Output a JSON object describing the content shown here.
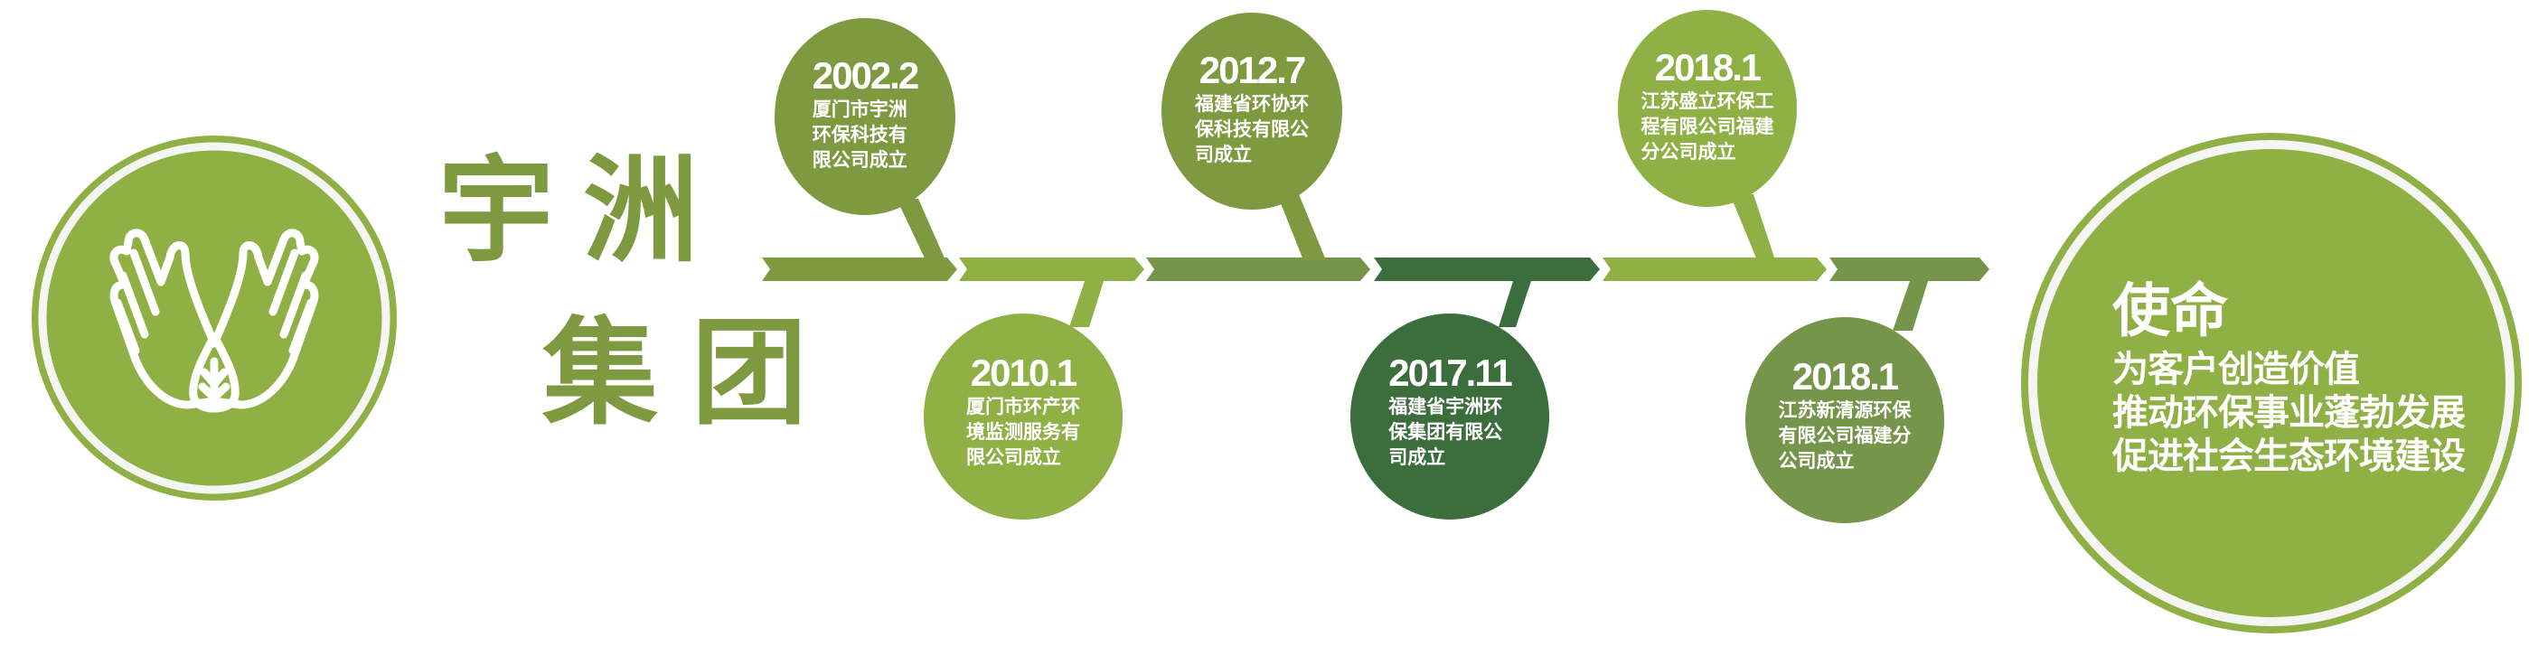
{
  "brand": {
    "chars": [
      "宇",
      "洲",
      "集",
      "团"
    ]
  },
  "colors": {
    "olive": "#7e9a40",
    "light": "#8fb044",
    "mid": "#75954a",
    "dark": "#3b6d3d",
    "ring": "#f4f6f3"
  },
  "milestones": [
    {
      "date": "2002.2",
      "lines": [
        "厦门市宇洲",
        "环保科技有",
        "限公司成立"
      ],
      "color": "#7e9a40"
    },
    {
      "date": "2010.1",
      "lines": [
        "厦门市环产环",
        "境监测服务有",
        "限公司成立"
      ],
      "color": "#8fb044"
    },
    {
      "date": "2012.7",
      "lines": [
        "福建省环协环",
        "保科技有限公",
        "司成立"
      ],
      "color": "#7e9a40"
    },
    {
      "date": "2017.11",
      "lines": [
        "福建省宇洲环",
        "保集团有限公",
        "司成立"
      ],
      "color": "#3b6d3d"
    },
    {
      "date": "2018.1",
      "lines": [
        "江苏盛立环保工",
        "程有限公司福建",
        "分公司成立"
      ],
      "color": "#8fb044"
    },
    {
      "date": "2018.1",
      "lines": [
        "江苏新清源环保",
        "有限公司福建分",
        "公司成立"
      ],
      "color": "#75954a"
    }
  ],
  "timeline_segments": [
    "#7e9a40",
    "#8fb044",
    "#75954a",
    "#3b6d3d",
    "#8fb044",
    "#75954a"
  ],
  "logo_icon": "hands-holding-leaf-icon",
  "mission": {
    "title": "使命",
    "lines": [
      "为客户创造价值",
      "推动环保事业蓬勃发展",
      "促进社会生态环境建设"
    ]
  }
}
